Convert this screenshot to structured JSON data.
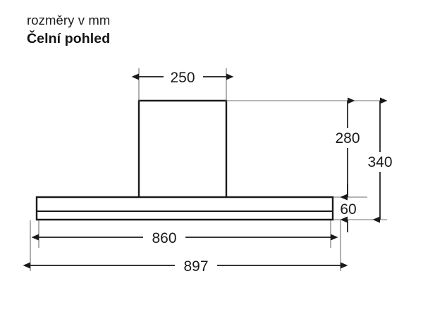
{
  "header": {
    "units_note": "rozměry v mm",
    "view_title": "Čelní pohled"
  },
  "drawing": {
    "type": "technical-dimension-drawing",
    "subject": "cooker-hood-front-view",
    "units": "mm",
    "line_color": "#1a1a1a",
    "background_color": "#ffffff",
    "dimensions": {
      "chimney_width": "250",
      "chimney_height": "280",
      "total_height": "340",
      "body_height": "60",
      "body_inner_width": "860",
      "body_outer_width": "897"
    }
  },
  "chart_data": {
    "type": "table",
    "title": "Čelní pohled",
    "subtitle": "rozměry v mm",
    "categories": [
      "250",
      "280",
      "340",
      "60",
      "860",
      "897"
    ],
    "values": [
      250,
      280,
      340,
      60,
      860,
      897
    ],
    "annotations": [
      {
        "label": "250",
        "orientation": "horizontal",
        "position": "top",
        "meaning": "chimney width"
      },
      {
        "label": "280",
        "orientation": "vertical",
        "position": "right-inner",
        "meaning": "chimney height"
      },
      {
        "label": "340",
        "orientation": "vertical",
        "position": "right-outer",
        "meaning": "total height"
      },
      {
        "label": "60",
        "orientation": "vertical",
        "position": "right-bottom",
        "meaning": "canopy body height"
      },
      {
        "label": "860",
        "orientation": "horizontal",
        "position": "bottom-inner",
        "meaning": "inner body width"
      },
      {
        "label": "897",
        "orientation": "horizontal",
        "position": "bottom-outer",
        "meaning": "outer body width"
      }
    ],
    "xlabel": "",
    "ylabel": "",
    "grid": false
  }
}
